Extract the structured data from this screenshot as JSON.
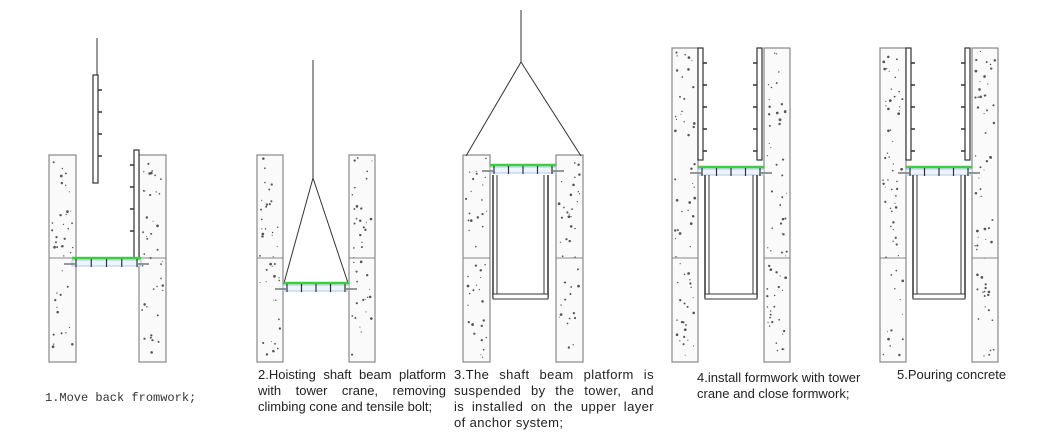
{
  "steps": [
    {
      "caption": [
        "1.Move back fromwork;"
      ]
    },
    {
      "caption": [
        "2.Hoisting shaft beam platform",
        "with tower crane, removing",
        "climbing cone and tensile bolt;"
      ]
    },
    {
      "caption": [
        "3.The shaft beam platform is",
        "suspended by the tower, and",
        "is installed on the upper layer",
        "of anchor system;"
      ]
    },
    {
      "caption": [
        "4.install formwork with tower",
        "crane and close formwork;"
      ]
    },
    {
      "caption": [
        "5.Pouring concrete"
      ]
    }
  ],
  "colors": {
    "platform": "#3ccf3c",
    "wall": "#888888",
    "line": "#333333",
    "beam": "#9bbfe6"
  }
}
